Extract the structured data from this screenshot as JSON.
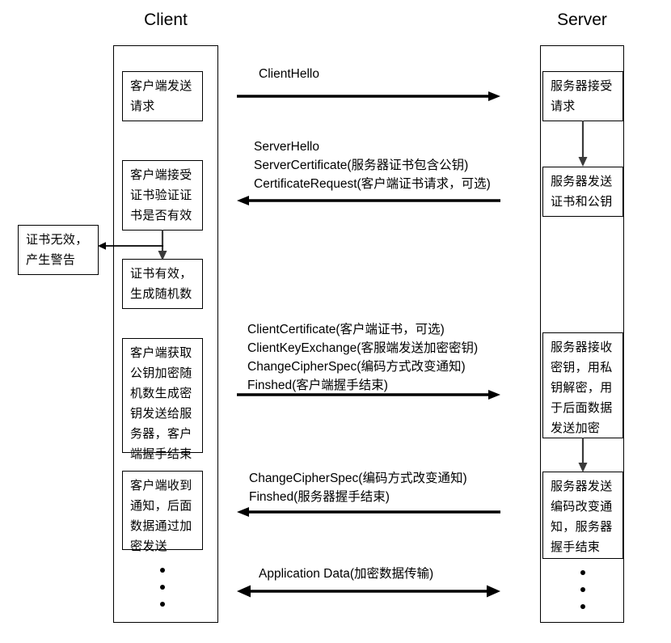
{
  "diagram": {
    "title_client": "Client",
    "title_server": "Server",
    "colors": {
      "line": "#000000",
      "background": "#ffffff",
      "text": "#000000"
    }
  },
  "client": {
    "boxes": [
      {
        "id": "client-send-request",
        "text": "客户端发送\n请求"
      },
      {
        "id": "client-verify-certificate",
        "text": "客户端接受\n证书验证证\n书是否有效"
      },
      {
        "id": "certificate-valid",
        "text": "证书有效，\n生成随机数"
      },
      {
        "id": "client-key-generate",
        "text": "客户端获取\n公钥加密随\n机数生成密\n钥发送给服\n务器，客户\n端握手结束"
      },
      {
        "id": "client-received-notice",
        "text": "客户端收到\n通知，后面\n数据通过加\n密发送"
      }
    ],
    "ellipsis_dots": 3
  },
  "side": {
    "boxes": [
      {
        "id": "certificate-invalid",
        "text": "证书无效，\n产生警告"
      }
    ]
  },
  "server": {
    "boxes": [
      {
        "id": "server-accept-request",
        "text": "服务器接受\n请求"
      },
      {
        "id": "server-send-certificate",
        "text": "服务器发送\n证书和公钥"
      },
      {
        "id": "server-receive-key",
        "text": "服务器接收\n密钥，用私\n钥解密，用\n于后面数据\n发送加密"
      },
      {
        "id": "server-send-change",
        "text": "服务器发送\n编码改变通\n知，服务器\n握手结束"
      }
    ],
    "ellipsis_dots": 3
  },
  "messages": [
    {
      "id": "client-hello",
      "direction": "right",
      "lines": [
        "ClientHello"
      ]
    },
    {
      "id": "server-hello",
      "direction": "left",
      "lines": [
        "ServerHello",
        "ServerCertificate(服务器证书包含公钥)",
        "CertificateRequest(客户端证书请求，可选)"
      ]
    },
    {
      "id": "client-key-exchange",
      "direction": "right",
      "lines": [
        "ClientCertificate(客户端证书，可选)",
        "ClientKeyExchange(客服端发送加密密钥)",
        "ChangeCipherSpec(编码方式改变通知)",
        "Finshed(客户端握手结束)"
      ]
    },
    {
      "id": "server-change-cipher-spec",
      "direction": "left",
      "lines": [
        "ChangeCipherSpec(编码方式改变通知)",
        "Finshed(服务器握手结束)"
      ]
    },
    {
      "id": "application-data",
      "direction": "both",
      "lines": [
        "Application Data(加密数据传输)"
      ]
    }
  ]
}
